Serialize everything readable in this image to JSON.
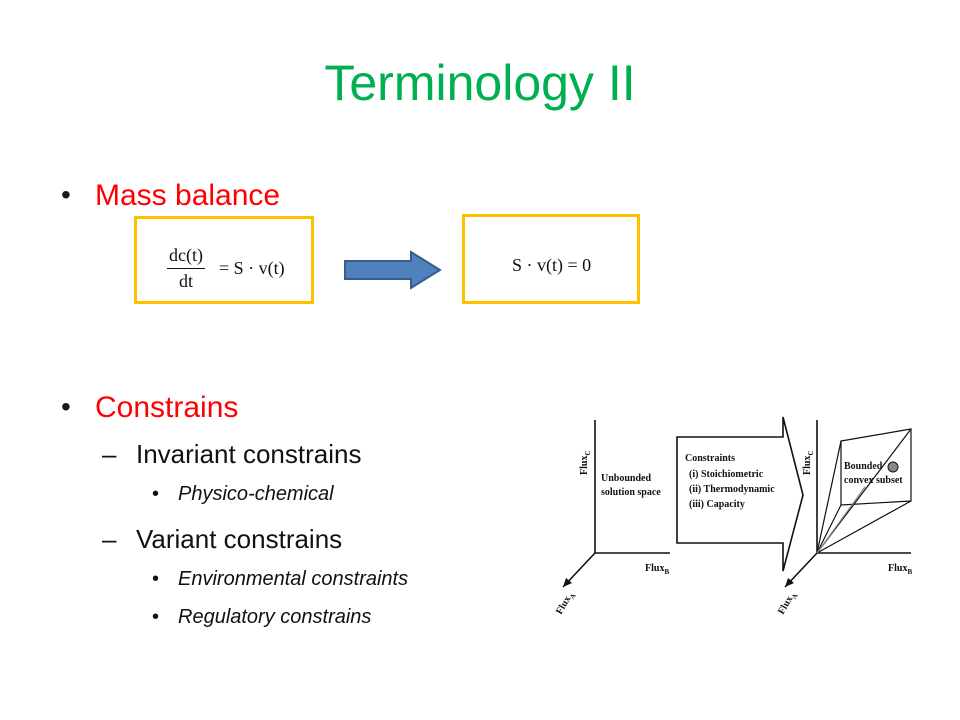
{
  "slide": {
    "title": "Terminology II",
    "title_color": "#00b050",
    "accent_color": "#ff0000",
    "bullet1": "Mass balance",
    "bullet2": "Constrains",
    "sub1": "Invariant constrains",
    "sub1_items": [
      "Physico-chemical"
    ],
    "sub2": "Variant constrains",
    "sub2_items": [
      "Environmental constraints",
      "Regulatory constrains"
    ]
  },
  "equations": {
    "left_num": "dc(t)",
    "left_den": "dt",
    "left_rhs": "= S · v(t)",
    "right": "S · v(t) = 0",
    "box_color": "#ffc000",
    "arrow_color": "#4f81bd",
    "arrow_icon": "right-arrow-icon"
  },
  "figure": {
    "left_axis_y": "Flux",
    "left_axis_y_sub": "C",
    "left_axis_x": "Flux",
    "left_axis_x_sub": "B",
    "left_axis_z": "Flux",
    "left_axis_z_sub": "A",
    "left_label_line1": "Unbounded",
    "left_label_line2": "solution space",
    "arrow_lines": [
      "Constraints",
      "(i)  Stoichiometric",
      "(ii)  Thermodynamic",
      "(iii)  Capacity"
    ],
    "right_label_line1": "Bounded",
    "right_label_line2": "convex subset",
    "right_axis_y": "Flux",
    "right_axis_y_sub": "C",
    "right_axis_x": "Flux",
    "right_axis_x_sub": "B",
    "right_axis_z": "Flux",
    "right_axis_z_sub": "A"
  }
}
